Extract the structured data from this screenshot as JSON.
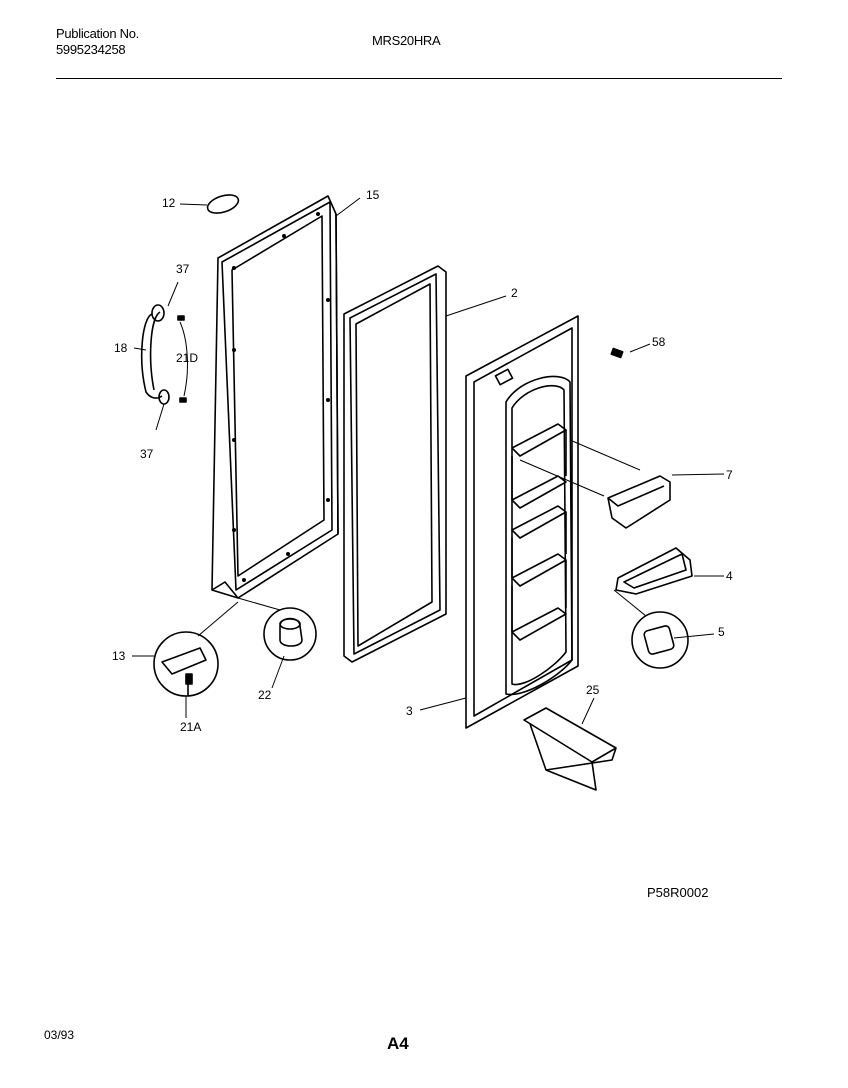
{
  "header": {
    "publication_label": "Publication No.",
    "publication_number": "5995234258",
    "model": "MRS20HRA"
  },
  "footer": {
    "date": "03/93",
    "page": "A4"
  },
  "figure_code": "P58R0002",
  "callouts": {
    "c12": "12",
    "c15": "15",
    "c37a": "37",
    "c18": "18",
    "c21d": "21D",
    "c37b": "37",
    "c2": "2",
    "c58": "58",
    "c7": "7",
    "c4": "4",
    "c5": "5",
    "c13": "13",
    "c22": "22",
    "c21a": "21A",
    "c3": "3",
    "c25": "25"
  }
}
